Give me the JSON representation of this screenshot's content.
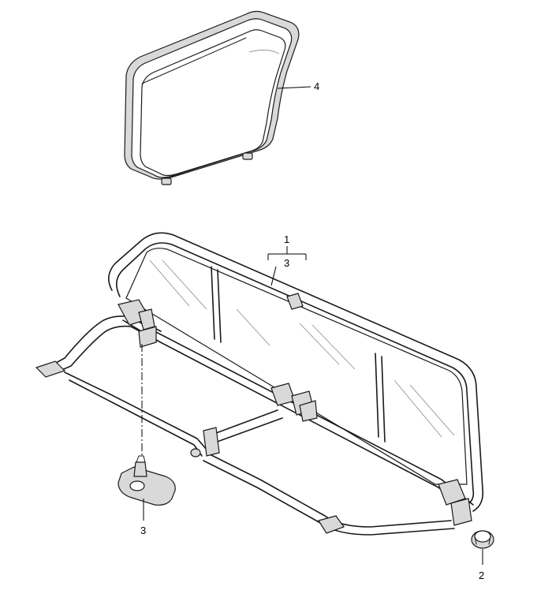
{
  "callouts": {
    "item_1": "1",
    "item_2": "2",
    "item_3_group": "3",
    "item_3_part": "3",
    "item_4": "4"
  },
  "colors": {
    "line": "#1a1a1a",
    "shading": "#d9d9d9",
    "background": "#ffffff"
  }
}
